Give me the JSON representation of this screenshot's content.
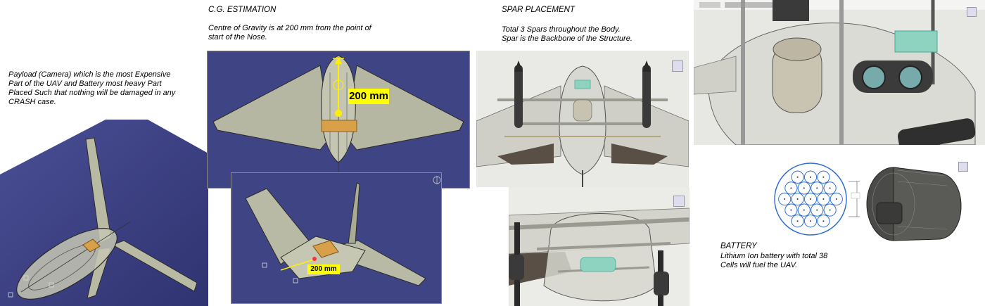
{
  "payload_note": {
    "text": "Payload (Camera) which is the most Expensive\nPart of the UAV and Battery most heavy Part\nPlaced Such that nothing will be damaged in any\nCRASH case."
  },
  "cg": {
    "title": "C.G. ESTIMATION",
    "text": "Centre of Gravity is at 200 mm from the point of\nstart of the Nose.",
    "top_dimension": "200 mm",
    "bottom_dimension": "200 mm"
  },
  "spar": {
    "title": "SPAR PLACEMENT",
    "text": "Total 3 Spars throughout the Body.\nSpar is the Backbone of the Structure."
  },
  "battery": {
    "title": "BATTERY",
    "text": "Lithium Ion battery with total 38\nCells will fuel the UAV."
  },
  "colors": {
    "cad_background": "#3f4484",
    "wing_fill": "#b7b9a4",
    "payload_box": "#d9a04a",
    "dimension_label": "#ffff00",
    "cg_marker": "#ffee00",
    "fusion_bg": "#e9e9e6",
    "battery_cell": "#2f6fd0"
  },
  "icons": [
    "view-cube-icon",
    "compass-icon"
  ]
}
